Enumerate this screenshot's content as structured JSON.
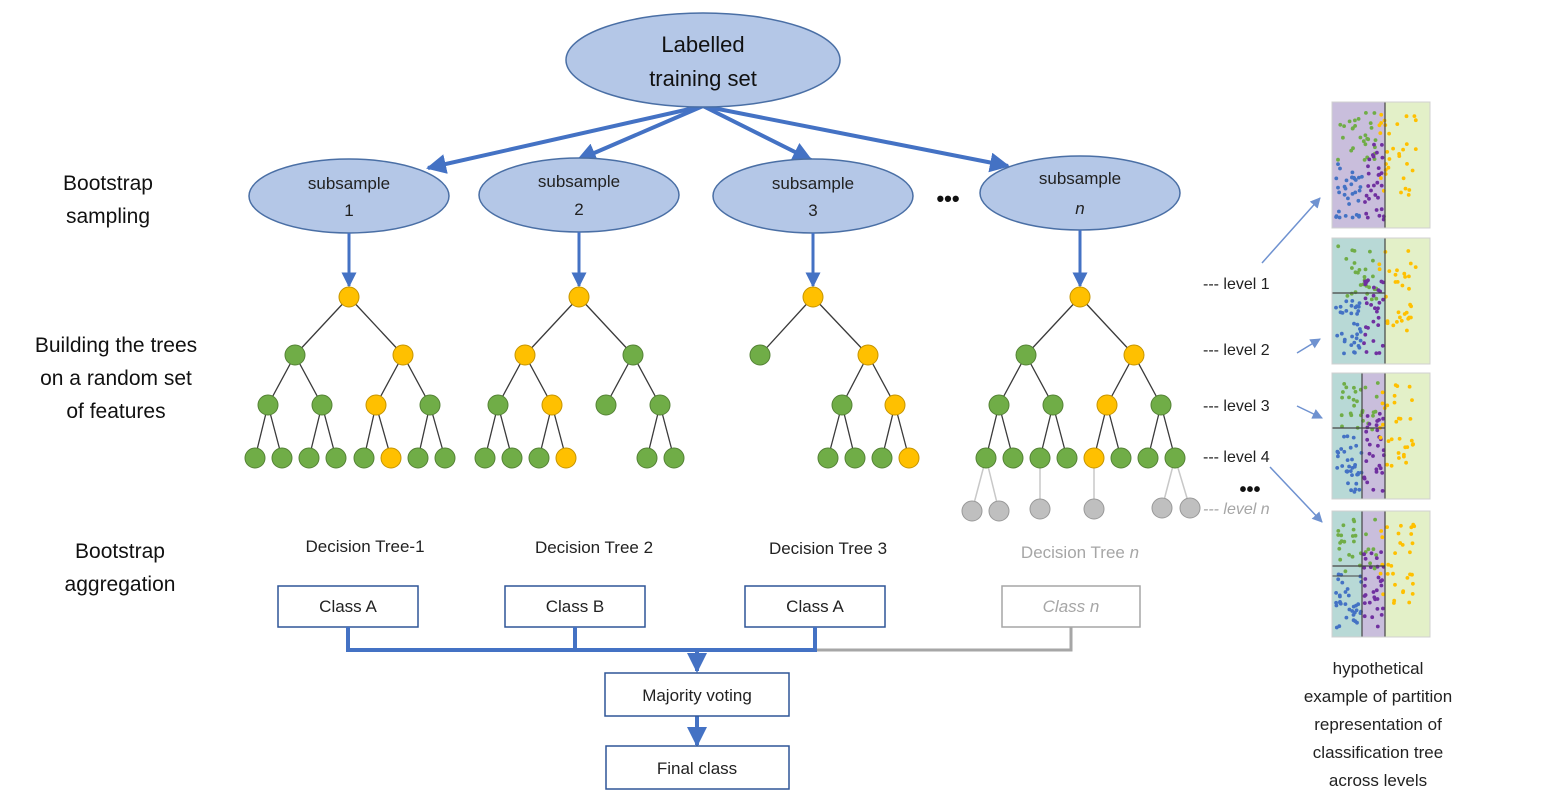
{
  "root": {
    "lines": [
      "Labelled",
      "training set"
    ]
  },
  "row_labels": {
    "bootstrap_sampling": [
      "Bootstrap",
      "sampling"
    ],
    "building_trees": [
      "Building the trees",
      "on a random set",
      "of features"
    ],
    "bootstrap_aggregation": [
      "Bootstrap",
      "aggregation"
    ]
  },
  "subsamples": [
    {
      "word": "subsample",
      "index": "1"
    },
    {
      "word": "subsample",
      "index": "2"
    },
    {
      "word": "subsample",
      "index": "3"
    },
    {
      "word": "subsample",
      "index": "n"
    }
  ],
  "ellipsis": "•••",
  "tree_titles": [
    "Decision Tree-1",
    "Decision Tree 2",
    "Decision Tree 3",
    "Decision Tree "
  ],
  "tree_title_n_suffix": "n",
  "class_boxes": [
    "Class A",
    "Class B",
    "Class A",
    "Class n"
  ],
  "majority_voting": "Majority voting",
  "final_class": "Final class",
  "level_labels": [
    "--- level 1",
    "--- level 2",
    "--- level 3",
    "--- level 4",
    "--- level n"
  ],
  "side_caption": [
    "hypothetical",
    "example of partition",
    "representation of",
    "classification tree",
    "across levels"
  ],
  "colors": {
    "ellipse_fill": "#b4c7e7",
    "ellipse_stroke": "#4a6fa5",
    "arrow_blue": "#4472c4",
    "node_green": "#70ad47",
    "node_green_stroke": "#548235",
    "node_orange": "#ffc000",
    "node_orange_stroke": "#c59400",
    "node_grey": "#bfbfbf",
    "muted_text": "#a6a6a6",
    "panel_purple": "#c9bedc",
    "panel_teal": "#b8d9d6",
    "panel_lime": "#e3f0c8",
    "point_green": "#70ad47",
    "point_blue": "#4472c4",
    "point_purple": "#7030a0",
    "point_orange": "#ffc000"
  }
}
